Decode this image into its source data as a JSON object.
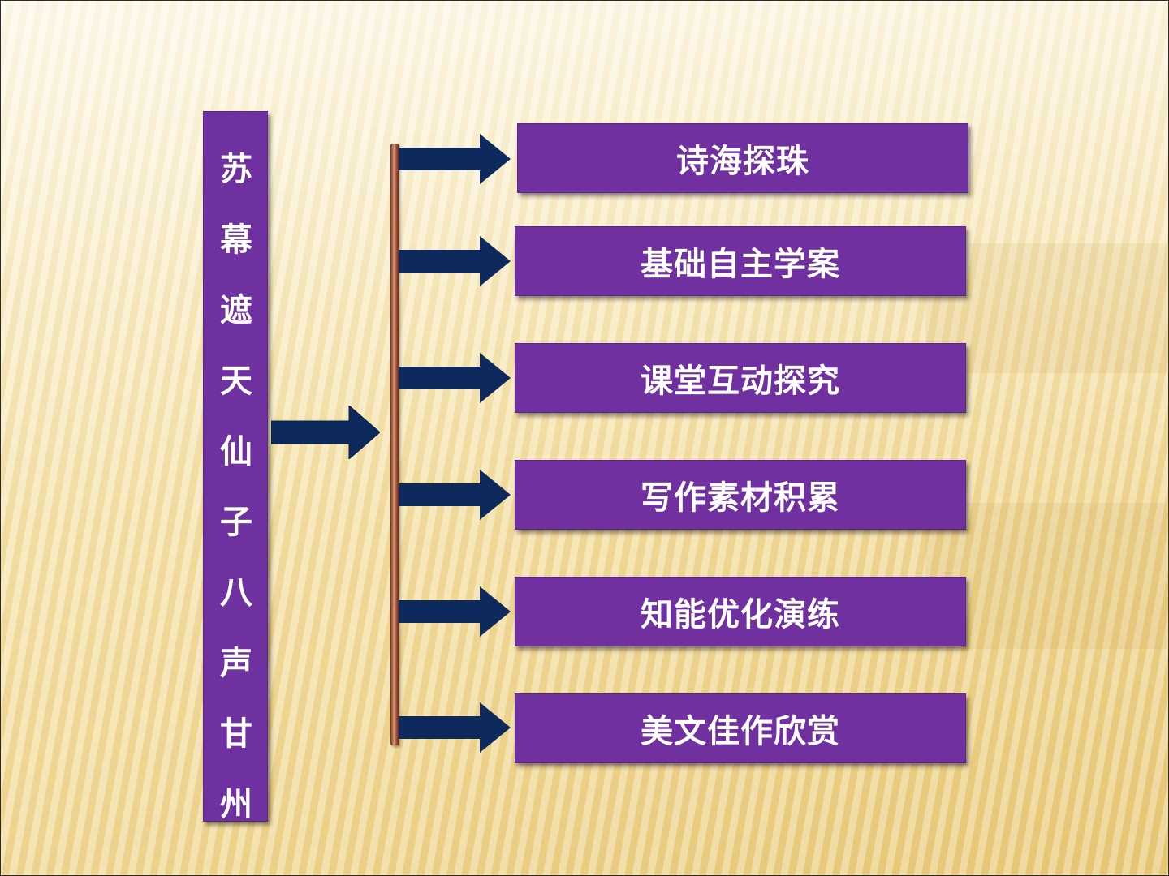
{
  "title_vertical": [
    "苏",
    "幕",
    "遮",
    "天",
    "仙",
    "子",
    "八",
    "声",
    "甘",
    "州"
  ],
  "menu_items": [
    {
      "label": "诗海探珠"
    },
    {
      "label": "基础自主学案"
    },
    {
      "label": "课堂互动探究"
    },
    {
      "label": "写作素材积累"
    },
    {
      "label": "知能优化演练"
    },
    {
      "label": "美文佳作欣赏"
    }
  ],
  "colors": {
    "box_fill": "#7030a0",
    "arrow_fill": "#0e2a5c",
    "spine": "#a9553a",
    "text": "#ffffff"
  }
}
